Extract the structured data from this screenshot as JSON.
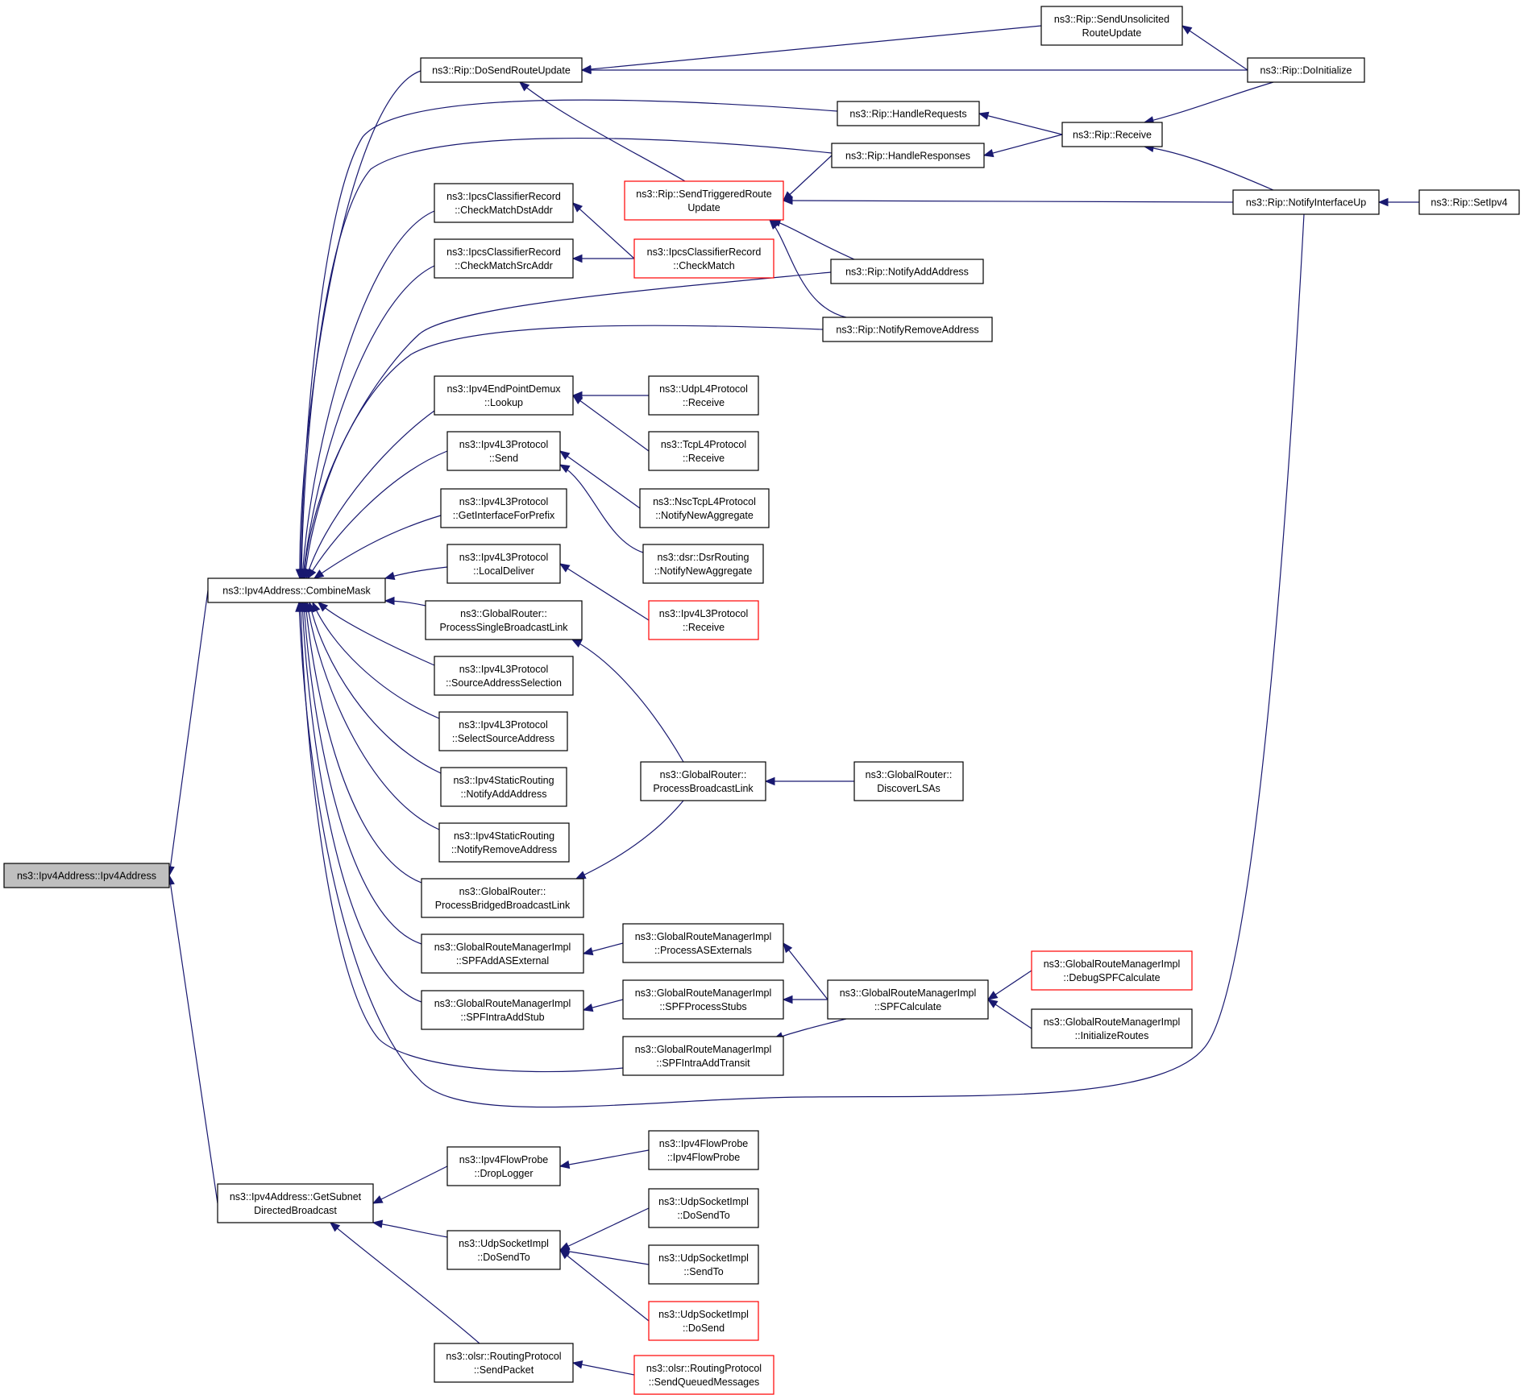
{
  "colors": {
    "edge": "#191970",
    "node_border": "#000000",
    "truncated_border": "#ff0000",
    "focus_fill": "#bfbfbf",
    "background": "#ffffff"
  },
  "nodes": [
    {
      "id": "ipv4addr",
      "lines": [
        "ns3::Ipv4Address::Ipv4Address"
      ],
      "style": "focus"
    },
    {
      "id": "combine",
      "lines": [
        "ns3::Ipv4Address::CombineMask"
      ],
      "style": "normal"
    },
    {
      "id": "getsubnet",
      "lines": [
        "ns3::Ipv4Address::GetSubnet",
        "DirectedBroadcast"
      ],
      "style": "normal"
    },
    {
      "id": "dosendroute",
      "lines": [
        "ns3::Rip::DoSendRouteUpdate"
      ],
      "style": "normal"
    },
    {
      "id": "sendunsol",
      "lines": [
        "ns3::Rip::SendUnsolicited",
        "RouteUpdate"
      ],
      "style": "normal"
    },
    {
      "id": "doinit",
      "lines": [
        "ns3::Rip::DoInitialize"
      ],
      "style": "normal"
    },
    {
      "id": "handlereq",
      "lines": [
        "ns3::Rip::HandleRequests"
      ],
      "style": "normal"
    },
    {
      "id": "handleresp",
      "lines": [
        "ns3::Rip::HandleResponses"
      ],
      "style": "normal"
    },
    {
      "id": "ripreceive",
      "lines": [
        "ns3::Rip::Receive"
      ],
      "style": "normal"
    },
    {
      "id": "sendtrig",
      "lines": [
        "ns3::Rip::SendTriggeredRoute",
        "Update"
      ],
      "style": "truncated"
    },
    {
      "id": "notifyifup",
      "lines": [
        "ns3::Rip::NotifyInterfaceUp"
      ],
      "style": "normal"
    },
    {
      "id": "setipv4",
      "lines": [
        "ns3::Rip::SetIpv4"
      ],
      "style": "normal"
    },
    {
      "id": "checkdst",
      "lines": [
        "ns3::IpcsClassifierRecord",
        "::CheckMatchDstAddr"
      ],
      "style": "normal"
    },
    {
      "id": "checksrc",
      "lines": [
        "ns3::IpcsClassifierRecord",
        "::CheckMatchSrcAddr"
      ],
      "style": "normal"
    },
    {
      "id": "checkmatch",
      "lines": [
        "ns3::IpcsClassifierRecord",
        "::CheckMatch"
      ],
      "style": "truncated"
    },
    {
      "id": "ripaddaddr",
      "lines": [
        "ns3::Rip::NotifyAddAddress"
      ],
      "style": "normal"
    },
    {
      "id": "ripremaddr",
      "lines": [
        "ns3::Rip::NotifyRemoveAddress"
      ],
      "style": "normal"
    },
    {
      "id": "lookup",
      "lines": [
        "ns3::Ipv4EndPointDemux",
        "::Lookup"
      ],
      "style": "normal"
    },
    {
      "id": "udprecv",
      "lines": [
        "ns3::UdpL4Protocol",
        "::Receive"
      ],
      "style": "normal"
    },
    {
      "id": "tcprecv",
      "lines": [
        "ns3::TcpL4Protocol",
        "::Receive"
      ],
      "style": "normal"
    },
    {
      "id": "l3send",
      "lines": [
        "ns3::Ipv4L3Protocol",
        "::Send"
      ],
      "style": "normal"
    },
    {
      "id": "nsctcp",
      "lines": [
        "ns3::NscTcpL4Protocol",
        "::NotifyNewAggregate"
      ],
      "style": "normal"
    },
    {
      "id": "dsr",
      "lines": [
        "ns3::dsr::DsrRouting",
        "::NotifyNewAggregate"
      ],
      "style": "normal"
    },
    {
      "id": "getiface",
      "lines": [
        "ns3::Ipv4L3Protocol",
        "::GetInterfaceForPrefix"
      ],
      "style": "normal"
    },
    {
      "id": "localdeliver",
      "lines": [
        "ns3::Ipv4L3Protocol",
        "::LocalDeliver"
      ],
      "style": "normal"
    },
    {
      "id": "l3recv",
      "lines": [
        "ns3::Ipv4L3Protocol",
        "::Receive"
      ],
      "style": "truncated"
    },
    {
      "id": "pscb",
      "lines": [
        "ns3::GlobalRouter::",
        "ProcessSingleBroadcastLink"
      ],
      "style": "normal"
    },
    {
      "id": "srcaddrsel",
      "lines": [
        "ns3::Ipv4L3Protocol",
        "::SourceAddressSelection"
      ],
      "style": "normal"
    },
    {
      "id": "selsrcaddr",
      "lines": [
        "ns3::Ipv4L3Protocol",
        "::SelectSourceAddress"
      ],
      "style": "normal"
    },
    {
      "id": "staticadd",
      "lines": [
        "ns3::Ipv4StaticRouting",
        "::NotifyAddAddress"
      ],
      "style": "normal"
    },
    {
      "id": "staticrem",
      "lines": [
        "ns3::Ipv4StaticRouting",
        "::NotifyRemoveAddress"
      ],
      "style": "normal"
    },
    {
      "id": "pbcast",
      "lines": [
        "ns3::GlobalRouter::",
        "ProcessBroadcastLink"
      ],
      "style": "normal"
    },
    {
      "id": "discover",
      "lines": [
        "ns3::GlobalRouter::",
        "DiscoverLSAs"
      ],
      "style": "normal"
    },
    {
      "id": "pbridged",
      "lines": [
        "ns3::GlobalRouter::",
        "ProcessBridgedBroadcastLink"
      ],
      "style": "normal"
    },
    {
      "id": "spfaddas",
      "lines": [
        "ns3::GlobalRouteManagerImpl",
        "::SPFAddASExternal"
      ],
      "style": "normal"
    },
    {
      "id": "procas",
      "lines": [
        "ns3::GlobalRouteManagerImpl",
        "::ProcessASExternals"
      ],
      "style": "normal"
    },
    {
      "id": "spfintrastub",
      "lines": [
        "ns3::GlobalRouteManagerImpl",
        "::SPFIntraAddStub"
      ],
      "style": "normal"
    },
    {
      "id": "spfprocstubs",
      "lines": [
        "ns3::GlobalRouteManagerImpl",
        "::SPFProcessStubs"
      ],
      "style": "normal"
    },
    {
      "id": "spfcalc",
      "lines": [
        "ns3::GlobalRouteManagerImpl",
        "::SPFCalculate"
      ],
      "style": "normal"
    },
    {
      "id": "debugspf",
      "lines": [
        "ns3::GlobalRouteManagerImpl",
        "::DebugSPFCalculate"
      ],
      "style": "truncated"
    },
    {
      "id": "initroutes",
      "lines": [
        "ns3::GlobalRouteManagerImpl",
        "::InitializeRoutes"
      ],
      "style": "normal"
    },
    {
      "id": "spfintratrans",
      "lines": [
        "ns3::GlobalRouteManagerImpl",
        "::SPFIntraAddTransit"
      ],
      "style": "normal"
    },
    {
      "id": "droplogger",
      "lines": [
        "ns3::Ipv4FlowProbe",
        "::DropLogger"
      ],
      "style": "normal"
    },
    {
      "id": "flowprobe",
      "lines": [
        "ns3::Ipv4FlowProbe",
        "::Ipv4FlowProbe"
      ],
      "style": "normal"
    },
    {
      "id": "udpdosendto",
      "lines": [
        "ns3::UdpSocketImpl",
        "::DoSendTo"
      ],
      "style": "normal"
    },
    {
      "id": "udpdosendto2",
      "lines": [
        "ns3::UdpSocketImpl",
        "::DoSendTo"
      ],
      "style": "normal"
    },
    {
      "id": "udpsendto",
      "lines": [
        "ns3::UdpSocketImpl",
        "::SendTo"
      ],
      "style": "normal"
    },
    {
      "id": "udpdosend",
      "lines": [
        "ns3::UdpSocketImpl",
        "::DoSend"
      ],
      "style": "truncated"
    },
    {
      "id": "olsrsend",
      "lines": [
        "ns3::olsr::RoutingProtocol",
        "::SendPacket"
      ],
      "style": "normal"
    },
    {
      "id": "olsrqueued",
      "lines": [
        "ns3::olsr::RoutingProtocol",
        "::SendQueuedMessages"
      ],
      "style": "truncated"
    }
  ],
  "edges": [
    {
      "from": "combine",
      "to": "ipv4addr"
    },
    {
      "from": "getsubnet",
      "to": "ipv4addr"
    },
    {
      "from": "dosendroute",
      "to": "combine"
    },
    {
      "from": "handlereq",
      "to": "combine"
    },
    {
      "from": "handleresp",
      "to": "combine"
    },
    {
      "from": "checkdst",
      "to": "combine"
    },
    {
      "from": "checksrc",
      "to": "combine"
    },
    {
      "from": "ripaddaddr",
      "to": "combine"
    },
    {
      "from": "ripremaddr",
      "to": "combine"
    },
    {
      "from": "lookup",
      "to": "combine"
    },
    {
      "from": "l3send",
      "to": "combine"
    },
    {
      "from": "getiface",
      "to": "combine"
    },
    {
      "from": "localdeliver",
      "to": "combine"
    },
    {
      "from": "pscb",
      "to": "combine"
    },
    {
      "from": "srcaddrsel",
      "to": "combine"
    },
    {
      "from": "selsrcaddr",
      "to": "combine"
    },
    {
      "from": "staticadd",
      "to": "combine"
    },
    {
      "from": "staticrem",
      "to": "combine"
    },
    {
      "from": "pbridged",
      "to": "combine"
    },
    {
      "from": "spfaddas",
      "to": "combine"
    },
    {
      "from": "spfintrastub",
      "to": "combine"
    },
    {
      "from": "spfintratrans",
      "to": "combine"
    },
    {
      "from": "notifyifup",
      "to": "combine"
    },
    {
      "from": "sendunsol",
      "to": "dosendroute"
    },
    {
      "from": "doinit",
      "to": "dosendroute"
    },
    {
      "from": "sendtrig",
      "to": "dosendroute"
    },
    {
      "from": "doinit",
      "to": "sendunsol"
    },
    {
      "from": "ripreceive",
      "to": "handlereq"
    },
    {
      "from": "ripreceive",
      "to": "handleresp"
    },
    {
      "from": "doinit",
      "to": "ripreceive"
    },
    {
      "from": "notifyifup",
      "to": "ripreceive"
    },
    {
      "from": "handleresp",
      "to": "sendtrig"
    },
    {
      "from": "notifyifup",
      "to": "sendtrig"
    },
    {
      "from": "ripaddaddr",
      "to": "sendtrig"
    },
    {
      "from": "ripremaddr",
      "to": "sendtrig"
    },
    {
      "from": "setipv4",
      "to": "notifyifup"
    },
    {
      "from": "checkmatch",
      "to": "checkdst"
    },
    {
      "from": "checkmatch",
      "to": "checksrc"
    },
    {
      "from": "udprecv",
      "to": "lookup"
    },
    {
      "from": "tcprecv",
      "to": "lookup"
    },
    {
      "from": "nsctcp",
      "to": "l3send"
    },
    {
      "from": "dsr",
      "to": "l3send"
    },
    {
      "from": "l3recv",
      "to": "localdeliver"
    },
    {
      "from": "pbcast",
      "to": "pscb"
    },
    {
      "from": "pbcast",
      "to": "pbridged"
    },
    {
      "from": "discover",
      "to": "pbcast"
    },
    {
      "from": "procas",
      "to": "spfaddas"
    },
    {
      "from": "spfprocstubs",
      "to": "spfintrastub"
    },
    {
      "from": "spfcalc",
      "to": "procas"
    },
    {
      "from": "spfcalc",
      "to": "spfprocstubs"
    },
    {
      "from": "spfcalc",
      "to": "spfintratrans"
    },
    {
      "from": "debugspf",
      "to": "spfcalc"
    },
    {
      "from": "initroutes",
      "to": "spfcalc"
    },
    {
      "from": "droplogger",
      "to": "getsubnet"
    },
    {
      "from": "udpdosendto",
      "to": "getsubnet"
    },
    {
      "from": "olsrsend",
      "to": "getsubnet"
    },
    {
      "from": "flowprobe",
      "to": "droplogger"
    },
    {
      "from": "udpdosendto2",
      "to": "udpdosendto"
    },
    {
      "from": "udpsendto",
      "to": "udpdosendto"
    },
    {
      "from": "udpdosend",
      "to": "udpdosendto"
    },
    {
      "from": "olsrqueued",
      "to": "olsrsend"
    }
  ]
}
